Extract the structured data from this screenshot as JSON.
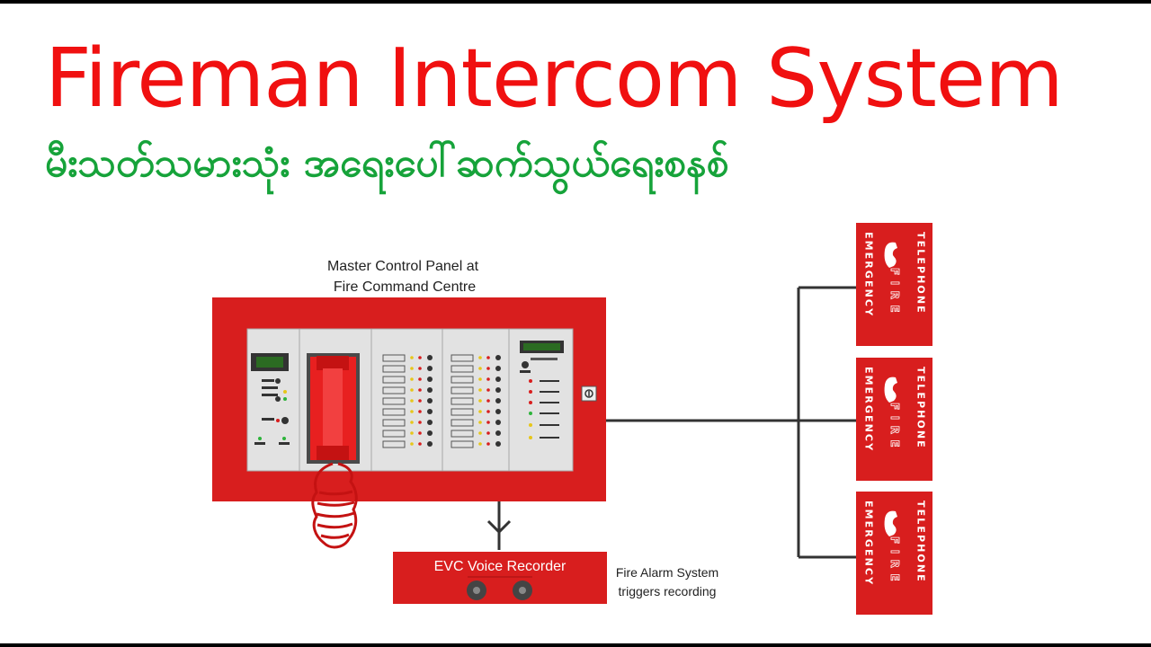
{
  "title": "Fireman Intercom System",
  "subtitle": "မီးသတ်သမားသုံး အရေးပေါ်ဆက်သွယ်ရေးစနစ်",
  "panel": {
    "caption_line1": "Master Control Panel at",
    "caption_line2": "Fire Command Centre"
  },
  "recorder": {
    "label": "EVC Voice Recorder",
    "note_line1": "Fire Alarm System",
    "note_line2": "triggers recording"
  },
  "telephone": {
    "left_text": "EMERGENCY",
    "middle_text": "FIRE",
    "right_text": "TELEPHONE",
    "count": 3
  },
  "icons": [
    "phone-handset-icon",
    "key-switch-icon",
    "speaker-icon"
  ],
  "colors": {
    "title": "#f01010",
    "subtitle": "#16a33a",
    "panel_red": "#d81e1e",
    "wire": "#333333"
  }
}
